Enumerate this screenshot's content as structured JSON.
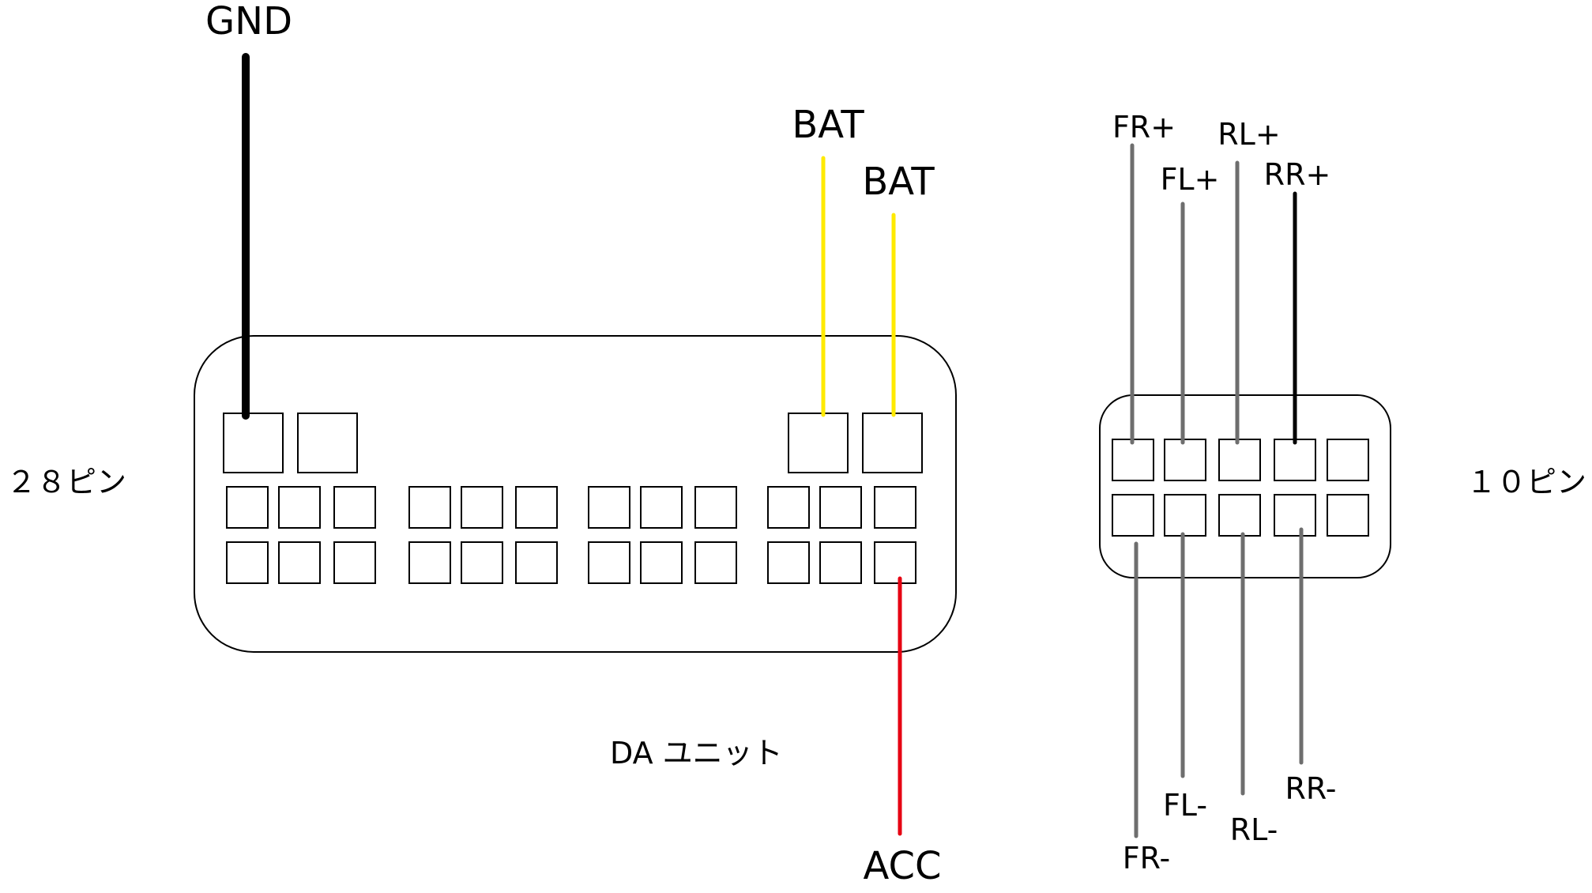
{
  "connector_28": {
    "side_label": "２８ピン",
    "caption": "DA ユニット",
    "wires": {
      "gnd": {
        "label": "GND",
        "color": "#000000"
      },
      "bat1": {
        "label": "BAT",
        "color": "#ffea00"
      },
      "bat2": {
        "label": "BAT",
        "color": "#ffea00"
      },
      "acc": {
        "label": "ACC",
        "color": "#e60012"
      }
    }
  },
  "connector_10": {
    "side_label": "１０ピン",
    "wires": {
      "fr_plus": {
        "label": "FR+",
        "color": "#6e6e6e"
      },
      "fl_plus": {
        "label": "FL+",
        "color": "#6e6e6e"
      },
      "rl_plus": {
        "label": "RL+",
        "color": "#6e6e6e"
      },
      "rr_plus": {
        "label": "RR+",
        "color": "#000000"
      },
      "fr_minus": {
        "label": "FR-",
        "color": "#6e6e6e"
      },
      "fl_minus": {
        "label": "FL-",
        "color": "#6e6e6e"
      },
      "rl_minus": {
        "label": "RL-",
        "color": "#6e6e6e"
      },
      "rr_minus": {
        "label": "RR-",
        "color": "#6e6e6e"
      }
    }
  }
}
